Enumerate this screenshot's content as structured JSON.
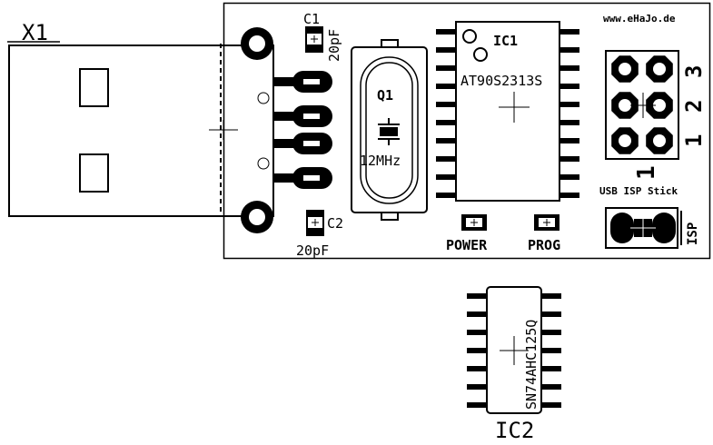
{
  "board": {
    "website": "www.eHaJo.de",
    "footer_label": "USB ISP Stick"
  },
  "connector": {
    "name": "X1"
  },
  "capacitors": [
    {
      "ref": "C1",
      "value": "20pF"
    },
    {
      "ref": "C2",
      "value": "20pF"
    }
  ],
  "crystal": {
    "ref": "Q1",
    "value": "12MHz"
  },
  "mcu": {
    "ref": "IC1",
    "part": "AT90S2313S"
  },
  "leds": [
    {
      "label": "POWER"
    },
    {
      "label": "PROG"
    }
  ],
  "isp_header": {
    "row_labels": [
      "3",
      "2",
      "1"
    ],
    "pin1_label": "1"
  },
  "jumper": {
    "label": "ISP"
  },
  "buffer": {
    "ref": "IC2",
    "part": "SN74AHC125Q"
  }
}
